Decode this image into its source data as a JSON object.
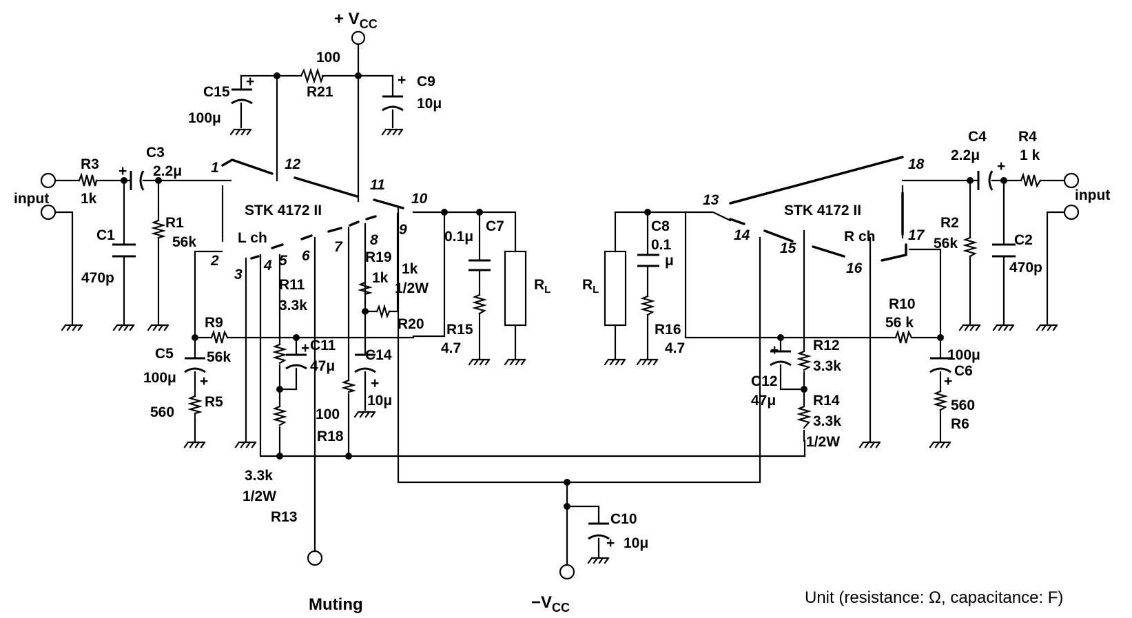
{
  "power": {
    "vcc_pos": "+ V",
    "vcc_pos_sub": "CC",
    "vcc_neg": "−V",
    "vcc_neg_sub": "CC"
  },
  "terminals": {
    "input": "input",
    "muting": "Muting"
  },
  "ic": {
    "name": "STK 4172 II",
    "left_channel": "L ch",
    "right_channel": "R ch",
    "pins": [
      "1",
      "2",
      "3",
      "4",
      "5",
      "6",
      "7",
      "8",
      "9",
      "10",
      "11",
      "12",
      "13",
      "14",
      "15",
      "16",
      "17",
      "18"
    ]
  },
  "components": {
    "R1": "R1",
    "R1_val": "56k",
    "R2": "R2",
    "R2_val": "56k",
    "R3": "R3",
    "R3_val": "1k",
    "R4": "R4",
    "R4_val": "1 k",
    "R5": "R5",
    "R5_val": "560",
    "R6": "R6",
    "R6_val": "560",
    "R9": "R9",
    "R9_val": "56k",
    "R10": "R10",
    "R10_val": "56 k",
    "R11": "R11",
    "R11_val": "3.3k",
    "R12": "R12",
    "R12_val": "3.3k",
    "R13": "R13",
    "R13_val": "3.3k",
    "R13_rating": "1/2W",
    "R14": "R14",
    "R14_val": "3.3k",
    "R14_rating": "1/2W",
    "R15": "R15",
    "R15_val": "4.7",
    "R16": "R16",
    "R16_val": "4.7",
    "R18": "R18",
    "R18_val": "100",
    "R19": "R19",
    "R19_val": "1k",
    "R20": "R20",
    "R20_val": "1k",
    "R20_rating": "1/2W",
    "R21": "R21",
    "R21_val": "100",
    "RL": "R",
    "RL_sub": "L",
    "C1": "C1",
    "C1_val": "470p",
    "C2": "C2",
    "C2_val": "470p",
    "C3": "C3",
    "C3_val": "2.2μ",
    "C4": "C4",
    "C4_val": "2.2μ",
    "C5": "C5",
    "C5_val": "100μ",
    "C6": "C6",
    "C6_val": "100μ",
    "C7": "C7",
    "C7_val": "0.1μ",
    "C8": "C8",
    "C8_val": "0.1",
    "C8_unit": "μ",
    "C9": "C9",
    "C9_val": "10μ",
    "C10": "C10",
    "C10_val": "10μ",
    "C11": "C11",
    "C11_val": "47μ",
    "C12": "C12",
    "C12_val": "47μ",
    "C14": "C14",
    "C14_val": "10μ",
    "C15": "C15",
    "C15_val": "100μ"
  },
  "polarity_mark": "+",
  "footnote": "Unit (resistance: Ω, capacitance: F)"
}
